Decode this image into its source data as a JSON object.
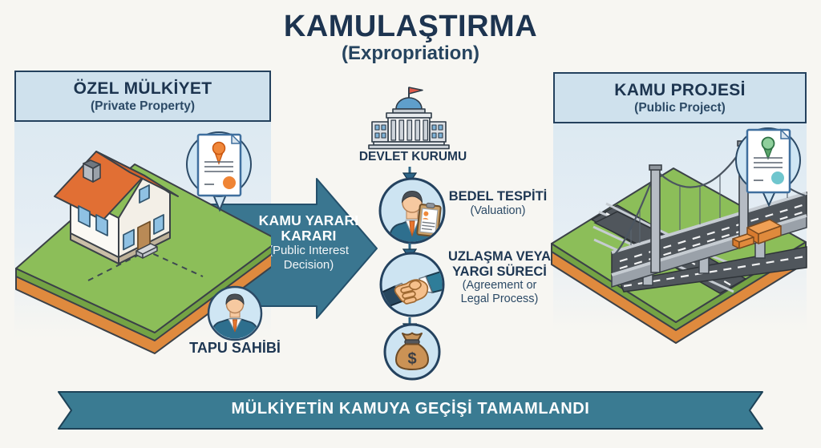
{
  "title": {
    "main": "KAMULAŞTIRMA",
    "sub": "(Expropriation)"
  },
  "left_panel": {
    "header_title": "ÖZEL MÜLKİYET",
    "header_subtitle": "(Private Property)",
    "owner_label": "TAPU SAHİBİ"
  },
  "decision_arrow": {
    "title_lines": [
      "KAMU YARARI",
      "KARARI"
    ],
    "subtitle_lines": [
      "(Public Interest",
      "Decision)"
    ]
  },
  "process_flow": {
    "institution_label": "DEVLET KURUMU",
    "steps": [
      {
        "icon": "appraiser-with-clipboard",
        "title_lines": [
          "BEDEL TESPİTİ"
        ],
        "subtitle_lines": [
          "(Valuation)"
        ]
      },
      {
        "icon": "handshake",
        "title_lines": [
          "UZLAŞMA VEYA",
          "YARGI SÜRECİ"
        ],
        "subtitle_lines": [
          "(Agreement or",
          "Legal Process)"
        ]
      },
      {
        "icon": "money-bag",
        "symbol": "$"
      }
    ]
  },
  "right_panel": {
    "header_title": "KAMU PROJESİ",
    "header_subtitle": "(Public Project)"
  },
  "footer_banner": {
    "label": "MÜLKİYETİN KAMUYA GEÇİŞİ TAMAMLANDI"
  },
  "colors": {
    "accent_teal": "#3a7690",
    "banner_teal": "#3a7b92",
    "navy_text": "#1d3450",
    "header_box_bg": "#cfe1ed",
    "panel_bg": "#e3ecf3",
    "grass_green": "#8cbe59",
    "soil_orange": "#df8a3e",
    "roof_orange": "#e16f34",
    "icon_circle_bg": "#cde4f2"
  }
}
